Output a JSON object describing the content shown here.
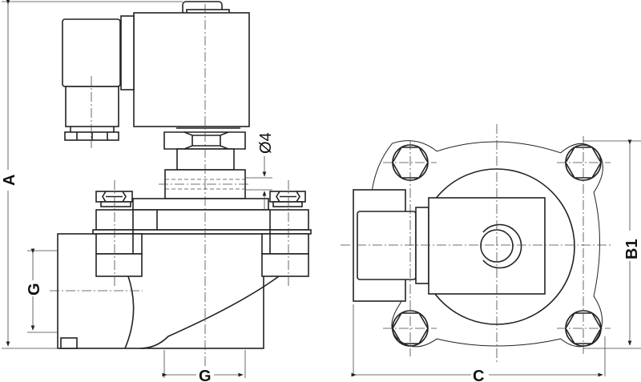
{
  "dimensions": {
    "height_total": "A",
    "port_left": "G",
    "port_bottom": "G",
    "width": "C",
    "flange_height": "B1",
    "pilot_diameter": "Ø4"
  },
  "colors": {
    "line": "#222222",
    "background": "#ffffff"
  }
}
